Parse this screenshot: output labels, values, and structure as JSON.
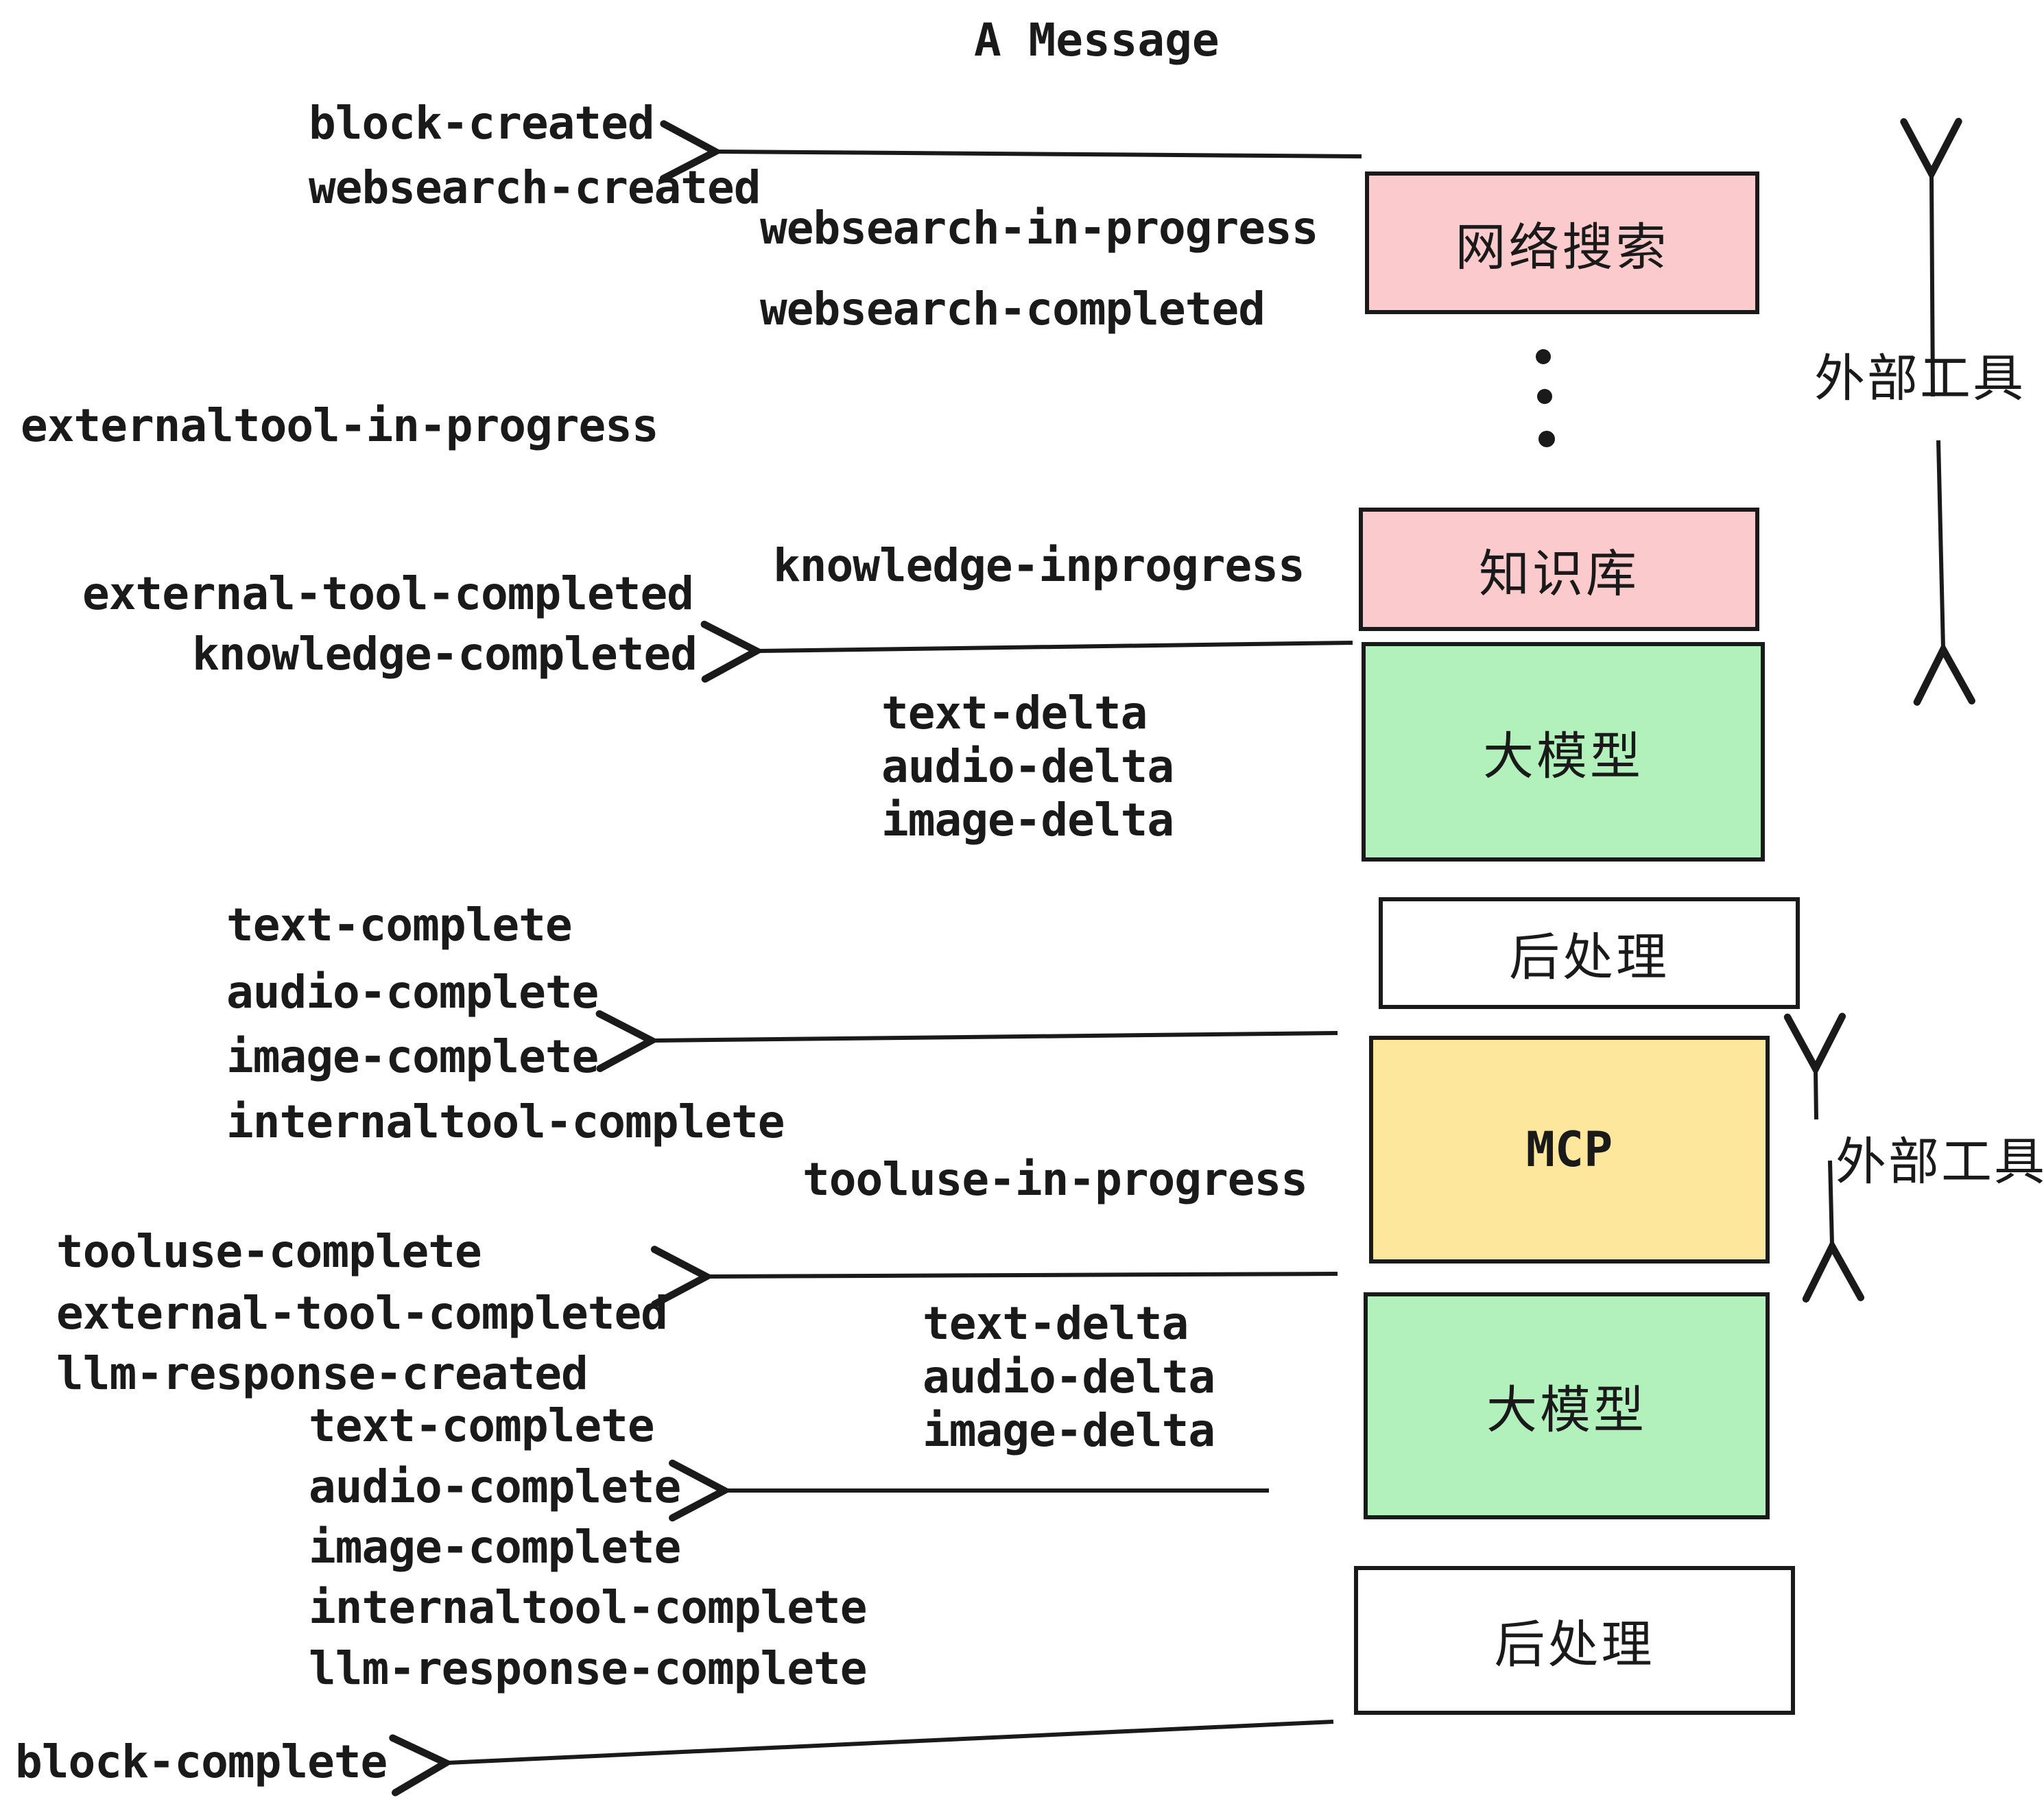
{
  "title": "A Message",
  "colors": {
    "pink": "#fbcacc",
    "green": "#b2f0bc",
    "yellow": "#fce79c",
    "white": "#ffffff",
    "stroke": "#1a1a1a"
  },
  "boxes": [
    {
      "id": "websearch",
      "label": "网络搜索",
      "color": "pink"
    },
    {
      "id": "knowledge",
      "label": "知识库",
      "color": "pink"
    },
    {
      "id": "llm-1",
      "label": "大模型",
      "color": "green"
    },
    {
      "id": "post-1",
      "label": "后处理",
      "color": "white"
    },
    {
      "id": "mcp",
      "label": "MCP",
      "color": "yellow"
    },
    {
      "id": "llm-2",
      "label": "大模型",
      "color": "green"
    },
    {
      "id": "post-2",
      "label": "后处理",
      "color": "white"
    }
  ],
  "side_labels": [
    {
      "id": "external-tools-1",
      "text": "外部工具"
    },
    {
      "id": "external-tools-2",
      "text": "外部工具"
    }
  ],
  "events": [
    {
      "id": "block-created",
      "text": "block-created"
    },
    {
      "id": "websearch-created",
      "text": "websearch-created"
    },
    {
      "id": "websearch-in-progress",
      "text": "websearch-in-progress"
    },
    {
      "id": "websearch-completed",
      "text": "websearch-completed"
    },
    {
      "id": "externaltool-in-progress",
      "text": "externaltool-in-progress"
    },
    {
      "id": "knowledge-inprogress",
      "text": "knowledge-inprogress"
    },
    {
      "id": "external-tool-completed-1",
      "text": "external-tool-completed"
    },
    {
      "id": "knowledge-completed",
      "text": "knowledge-completed"
    },
    {
      "id": "text-delta-1",
      "text": "text-delta"
    },
    {
      "id": "audio-delta-1",
      "text": "audio-delta"
    },
    {
      "id": "image-delta-1",
      "text": "image-delta"
    },
    {
      "id": "text-complete-1",
      "text": "text-complete"
    },
    {
      "id": "audio-complete-1",
      "text": "audio-complete"
    },
    {
      "id": "image-complete-1",
      "text": "image-complete"
    },
    {
      "id": "internaltool-complete-1",
      "text": "internaltool-complete"
    },
    {
      "id": "tooluse-in-progress",
      "text": "tooluse-in-progress"
    },
    {
      "id": "tooluse-complete",
      "text": "tooluse-complete"
    },
    {
      "id": "external-tool-completed-2",
      "text": "external-tool-completed"
    },
    {
      "id": "llm-response-created",
      "text": "llm-response-created"
    },
    {
      "id": "text-delta-2",
      "text": "text-delta"
    },
    {
      "id": "audio-delta-2",
      "text": "audio-delta"
    },
    {
      "id": "image-delta-2",
      "text": "image-delta"
    },
    {
      "id": "text-complete-2",
      "text": "text-complete"
    },
    {
      "id": "audio-complete-2",
      "text": "audio-complete"
    },
    {
      "id": "image-complete-2",
      "text": "image-complete"
    },
    {
      "id": "internaltool-complete-2",
      "text": "internaltool-complete"
    },
    {
      "id": "llm-response-complete",
      "text": "llm-response-complete"
    },
    {
      "id": "block-complete",
      "text": "block-complete"
    }
  ]
}
